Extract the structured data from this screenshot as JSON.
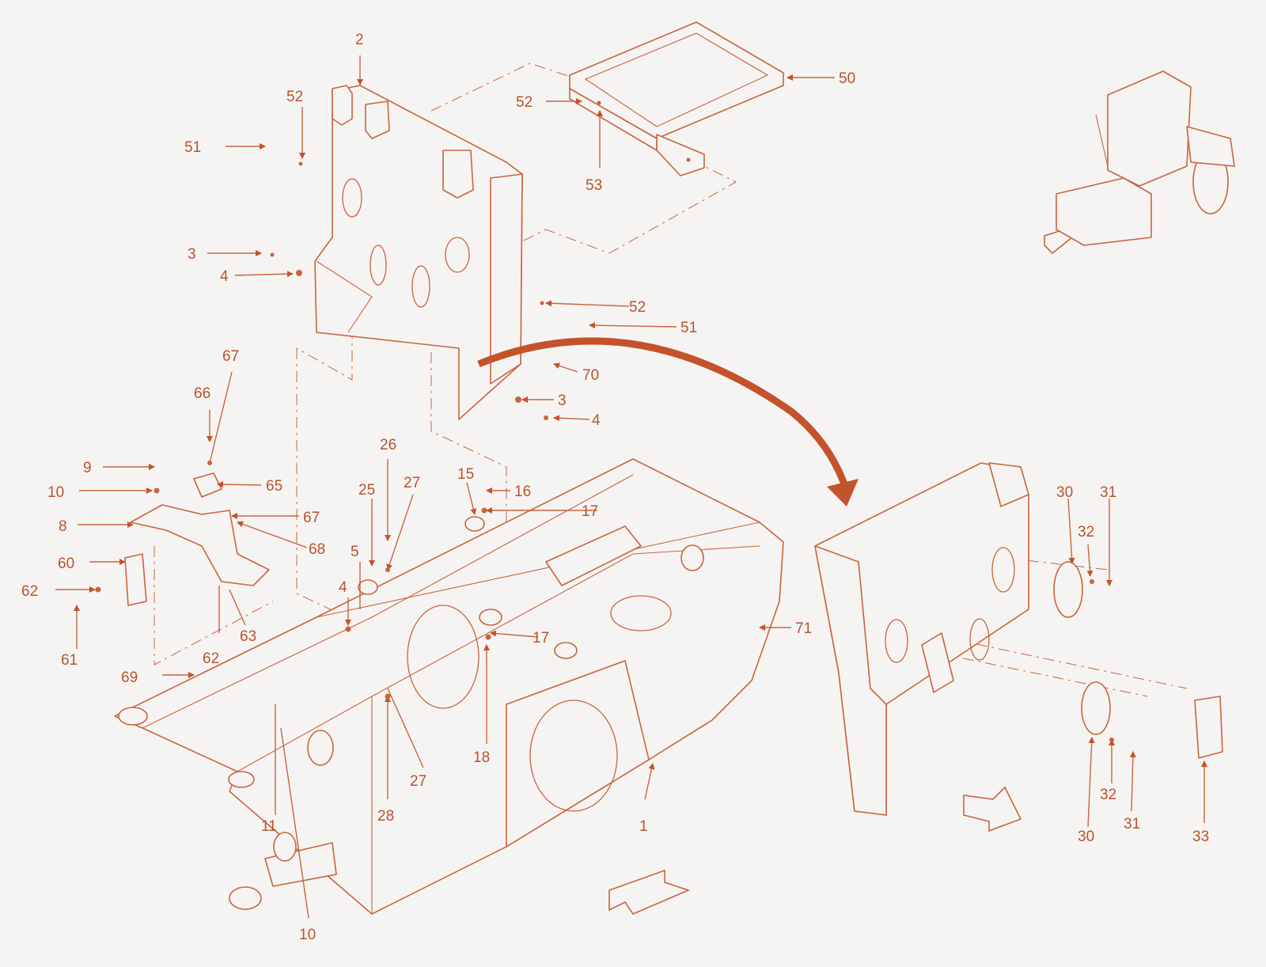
{
  "colors": {
    "line": "#c9643f",
    "label": "#b8532e",
    "background": "#f5f4f2",
    "arrow": "#c4522a"
  },
  "labels": [
    {
      "id": "l2",
      "text": "2"
    },
    {
      "id": "l52a",
      "text": "52"
    },
    {
      "id": "l51a",
      "text": "51"
    },
    {
      "id": "l3a",
      "text": "3"
    },
    {
      "id": "l4a",
      "text": "4"
    },
    {
      "id": "l50",
      "text": "50"
    },
    {
      "id": "l52b",
      "text": "52"
    },
    {
      "id": "l53",
      "text": "53"
    },
    {
      "id": "l52c",
      "text": "52"
    },
    {
      "id": "l51b",
      "text": "51"
    },
    {
      "id": "l70",
      "text": "70"
    },
    {
      "id": "l3b",
      "text": "3"
    },
    {
      "id": "l4b",
      "text": "4"
    },
    {
      "id": "l67a",
      "text": "67"
    },
    {
      "id": "l66",
      "text": "66"
    },
    {
      "id": "l9",
      "text": "9"
    },
    {
      "id": "l65",
      "text": "65"
    },
    {
      "id": "l10a",
      "text": "10"
    },
    {
      "id": "l67b",
      "text": "67"
    },
    {
      "id": "l8",
      "text": "8"
    },
    {
      "id": "l68",
      "text": "68"
    },
    {
      "id": "l60",
      "text": "60"
    },
    {
      "id": "l62a",
      "text": "62"
    },
    {
      "id": "l61",
      "text": "61"
    },
    {
      "id": "l62b",
      "text": "62"
    },
    {
      "id": "l63",
      "text": "63"
    },
    {
      "id": "l69",
      "text": "69"
    },
    {
      "id": "l26",
      "text": "26"
    },
    {
      "id": "l27a",
      "text": "27"
    },
    {
      "id": "l25",
      "text": "25"
    },
    {
      "id": "l5",
      "text": "5"
    },
    {
      "id": "l4c",
      "text": "4"
    },
    {
      "id": "l15",
      "text": "15"
    },
    {
      "id": "l16",
      "text": "16"
    },
    {
      "id": "l17a",
      "text": "17"
    },
    {
      "id": "l17b",
      "text": "17"
    },
    {
      "id": "l18",
      "text": "18"
    },
    {
      "id": "l27b",
      "text": "27"
    },
    {
      "id": "l28",
      "text": "28"
    },
    {
      "id": "l11",
      "text": "11"
    },
    {
      "id": "l10b",
      "text": "10"
    },
    {
      "id": "l1",
      "text": "1"
    },
    {
      "id": "l71",
      "text": "71"
    },
    {
      "id": "l30a",
      "text": "30"
    },
    {
      "id": "l31a",
      "text": "31"
    },
    {
      "id": "l32a",
      "text": "32"
    },
    {
      "id": "l30b",
      "text": "30"
    },
    {
      "id": "l32b",
      "text": "32"
    },
    {
      "id": "l31b",
      "text": "31"
    },
    {
      "id": "l33",
      "text": "33"
    }
  ]
}
